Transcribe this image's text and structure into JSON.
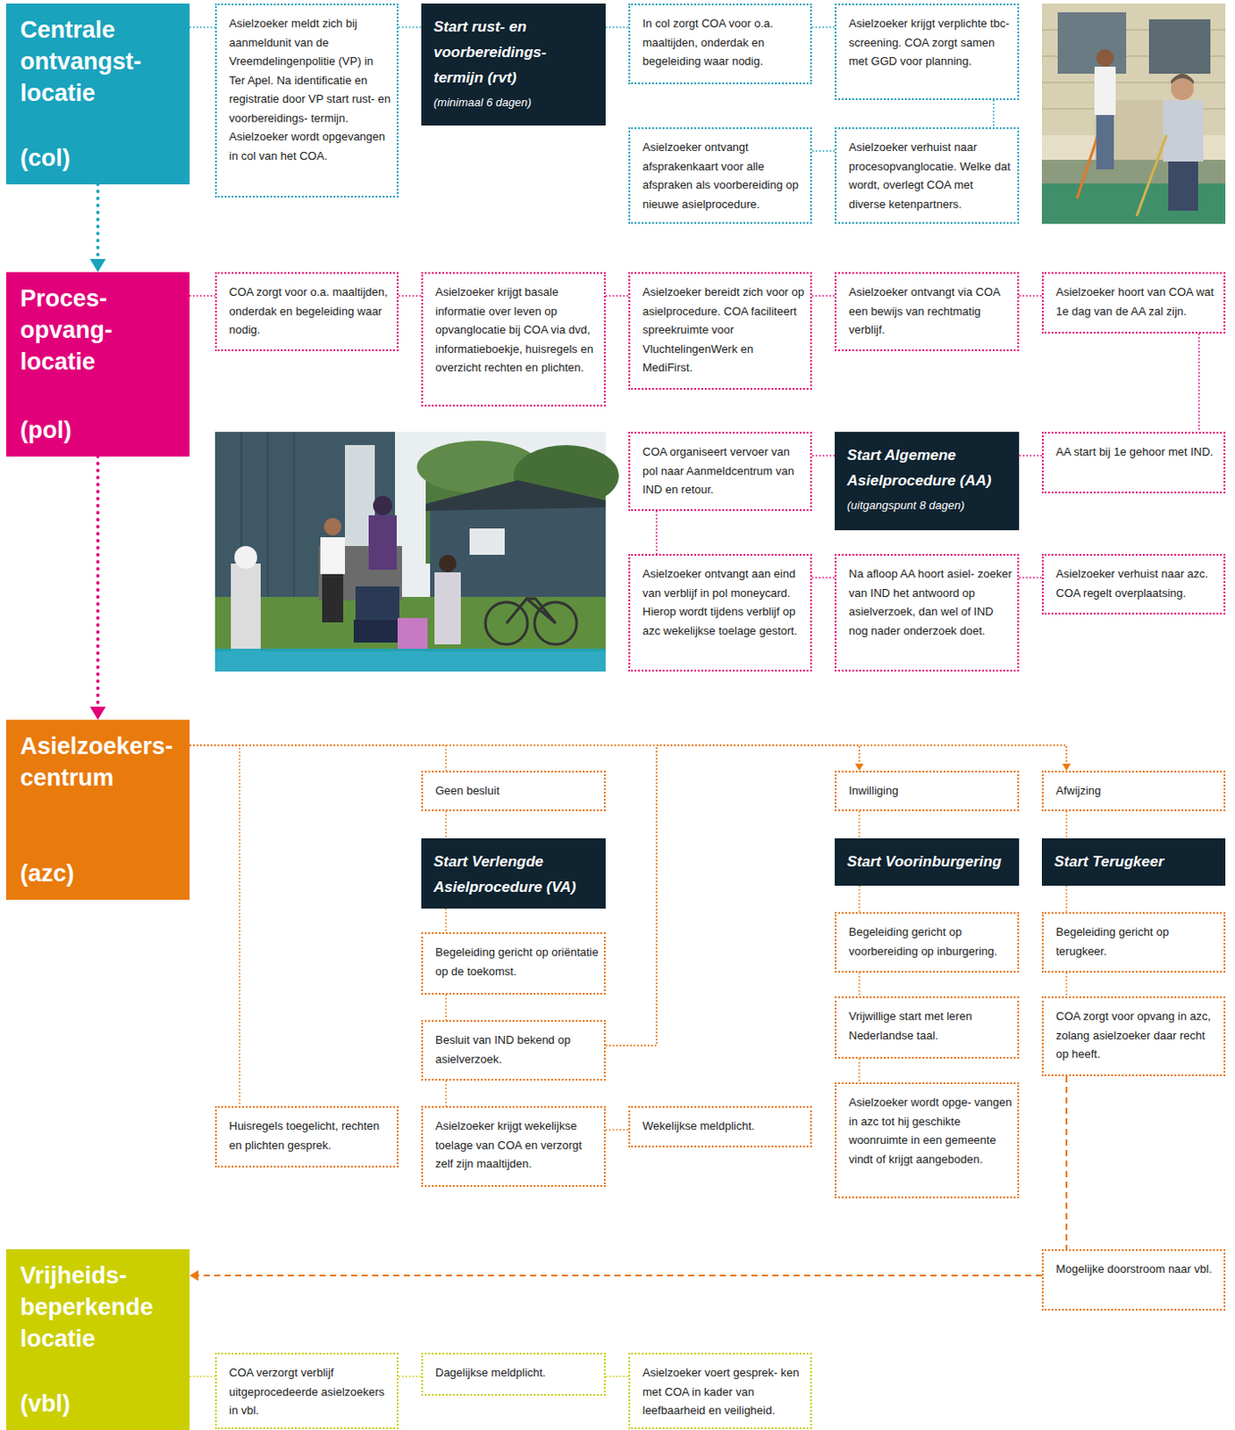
{
  "diagram": {
    "nodes": [
      {
        "text": [
          "Centrale ontvangst- locatie",
          "(col)"
        ]
      },
      {
        "text": [
          "Asielzoeker meldt zich bij aanmeldunit van de Vreemdelingenpolitie (VP) in Ter Apel. Na identificatie en registratie door VP start rust- en voorbereidings- termijn. Asielzoeker wordt opgevangen in col van het COA."
        ]
      },
      {
        "text": [
          "Start rust- en voorbereidings- termijn (rvt)",
          "(minimaal 6 dagen)"
        ]
      },
      {
        "text": [
          "In col zorgt COA voor o.a. maaltijden, onderdak en begeleiding waar nodig."
        ]
      },
      {
        "text": [
          "Asielzoeker krijgt verplichte tbc-screening. COA zorgt samen met GGD voor planning."
        ]
      },
      {
        "text": [
          "Asielzoeker ontvangt afsprakenkaart voor alle afspraken als voorbereiding op nieuwe asielprocedure."
        ]
      },
      {
        "text": [
          "Asielzoeker verhuist naar procesopvanglocatie. Welke dat wordt, overlegt COA met diverse ketenpartners."
        ]
      },
      {
        "text": [
          "Proces- opvang- locatie",
          "(pol)"
        ]
      },
      {
        "text": [
          "COA zorgt voor o.a. maaltijden, onderdak en begeleiding waar nodig."
        ]
      },
      {
        "text": [
          "Asielzoeker krijgt basale informatie over leven op opvanglocatie bij COA via dvd, informatieboekje, huisregels en overzicht rechten en plichten."
        ]
      },
      {
        "text": [
          "Asielzoeker bereidt zich voor op asielprocedure. COA faciliteert spreekruimte voor VluchtelingenWerk en MediFirst."
        ]
      },
      {
        "text": [
          "Asielzoeker ontvangt via COA een bewijs van rechtmatig verblijf."
        ]
      },
      {
        "text": [
          "Asielzoeker hoort van COA wat 1e dag van de AA zal zijn."
        ]
      },
      {
        "text": [
          "COA organiseert vervoer van pol naar Aanmeldcentrum van IND en retour."
        ]
      },
      {
        "text": [
          "Start Algemene Asielprocedure (AA)",
          "(uitgangspunt 8 dagen)"
        ]
      },
      {
        "text": [
          "AA start bij 1e gehoor met IND."
        ]
      },
      {
        "text": [
          "Asielzoeker ontvangt aan eind van verblijf in pol moneycard. Hierop wordt tijdens verblijf op azc wekelijkse toelage gestort."
        ]
      },
      {
        "text": [
          "Na afloop AA hoort asiel- zoeker van IND het antwoord op asielverzoek, dan wel of IND nog nader onderzoek doet."
        ]
      },
      {
        "text": [
          "Asielzoeker verhuist naar azc. COA regelt overplaatsing."
        ]
      },
      {
        "text": [
          "Asielzoekers- centrum",
          "(azc)"
        ]
      },
      {
        "text": [
          "Geen besluit"
        ]
      },
      {
        "text": [
          "Inwilliging"
        ]
      },
      {
        "text": [
          "Afwijzing"
        ]
      },
      {
        "text": [
          "Start Verlengde Asielprocedure (VA)"
        ]
      },
      {
        "text": [
          "Start Voorinburgering"
        ]
      },
      {
        "text": [
          "Start Terugkeer"
        ]
      },
      {
        "text": [
          "Begeleiding gericht op oriëntatie op de toekomst."
        ]
      },
      {
        "text": [
          "Begeleiding gericht op voorbereiding op inburgering."
        ]
      },
      {
        "text": [
          "Begeleiding gericht op terugkeer."
        ]
      },
      {
        "text": [
          "Vrijwillige start met leren Nederlandse taal."
        ]
      },
      {
        "text": [
          "COA zorgt voor opvang in azc, zolang asielzoeker daar recht op heeft."
        ]
      },
      {
        "text": [
          "Besluit van IND bekend op asielverzoek."
        ]
      },
      {
        "text": [
          "Asielzoeker wordt opge- vangen in azc tot hij geschikte woonruimte in een gemeente vindt of krijgt aangeboden."
        ]
      },
      {
        "text": [
          "Huisregels toegelicht, rechten en plichten gesprek."
        ]
      },
      {
        "text": [
          "Asielzoeker krijgt wekelijkse toelage van COA en verzorgt zelf zijn maaltijden."
        ]
      },
      {
        "text": [
          "Wekelijkse meldplicht."
        ]
      },
      {
        "text": [
          "Mogelijke doorstroom naar vbl."
        ]
      },
      {
        "text": [
          "Vrijheids- beperkende locatie",
          "(vbl)"
        ]
      },
      {
        "text": [
          "COA verzorgt verblijf uitgeprocedeerde asielzoekers in vbl."
        ]
      },
      {
        "text": [
          "Dagelijkse meldplicht."
        ]
      },
      {
        "text": [
          "Asielzoeker voert gesprek- ken met COA in kader van leefbaarheid en veiligheid."
        ]
      }
    ],
    "edges": [
      {
        "from": 0,
        "to": 1,
        "arrow": "none"
      },
      {
        "from": 1,
        "to": 2,
        "arrow": "none"
      },
      {
        "from": 2,
        "to": 3,
        "arrow": "none"
      },
      {
        "from": 3,
        "to": 4,
        "arrow": "none"
      },
      {
        "from": 4,
        "to": 6,
        "arrow": "none"
      },
      {
        "from": 6,
        "to": 5,
        "arrow": "none"
      },
      {
        "from": 0,
        "to": 7,
        "arrow": "to"
      },
      {
        "from": 7,
        "to": 8,
        "arrow": "none"
      },
      {
        "from": 8,
        "to": 9,
        "arrow": "none"
      },
      {
        "from": 9,
        "to": 10,
        "arrow": "none"
      },
      {
        "from": 10,
        "to": 11,
        "arrow": "none"
      },
      {
        "from": 11,
        "to": 12,
        "arrow": "none"
      },
      {
        "from": 12,
        "to": 15,
        "arrow": "none"
      },
      {
        "from": 15,
        "to": 14,
        "arrow": "none"
      },
      {
        "from": 14,
        "to": 13,
        "arrow": "none"
      },
      {
        "from": 13,
        "to": 16,
        "arrow": "none"
      },
      {
        "from": 16,
        "to": 17,
        "arrow": "none"
      },
      {
        "from": 17,
        "to": 18,
        "arrow": "none"
      },
      {
        "from": 7,
        "to": 19,
        "arrow": "to"
      },
      {
        "from": 19,
        "to": 20,
        "arrow": "none"
      },
      {
        "from": 19,
        "to": 21,
        "arrow": "none"
      },
      {
        "from": 19,
        "to": 22,
        "arrow": "none"
      },
      {
        "from": 19,
        "to": 33,
        "arrow": "none"
      },
      {
        "from": 20,
        "to": 23,
        "arrow": "none"
      },
      {
        "from": 23,
        "to": 26,
        "arrow": "none"
      },
      {
        "from": 26,
        "to": 31,
        "arrow": "none"
      },
      {
        "from": 31,
        "to": 34,
        "arrow": "none"
      },
      {
        "from": 34,
        "to": 35,
        "arrow": "none"
      },
      {
        "from": 31,
        "to": 21,
        "arrow": "to"
      },
      {
        "from": 31,
        "to": 22,
        "arrow": "to"
      },
      {
        "from": 21,
        "to": 24,
        "arrow": "none"
      },
      {
        "from": 24,
        "to": 27,
        "arrow": "none"
      },
      {
        "from": 27,
        "to": 29,
        "arrow": "none"
      },
      {
        "from": 29,
        "to": 32,
        "arrow": "none"
      },
      {
        "from": 22,
        "to": 25,
        "arrow": "none"
      },
      {
        "from": 25,
        "to": 28,
        "arrow": "none"
      },
      {
        "from": 28,
        "to": 30,
        "arrow": "none"
      },
      {
        "from": 30,
        "to": 36,
        "arrow": "none"
      },
      {
        "from": 36,
        "to": 37,
        "arrow": "to"
      },
      {
        "from": 37,
        "to": 38,
        "arrow": "none"
      },
      {
        "from": 38,
        "to": 39,
        "arrow": "none"
      },
      {
        "from": 39,
        "to": 40,
        "arrow": "none"
      }
    ]
  }
}
